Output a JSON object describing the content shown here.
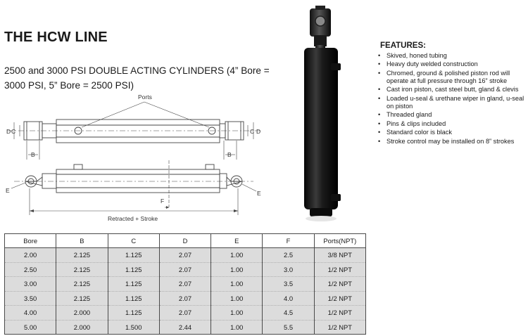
{
  "title": "THE HCW LINE",
  "subtitle": "2500 and 3000 PSI DOUBLE ACTING CYLINDERS (4” Bore = 3000 PSI, 5” Bore = 2500 PSI)",
  "features": {
    "heading": "FEATURES:",
    "bullet": "•",
    "items": [
      "Skived, honed tubing",
      "Heavy duty welded construction",
      "Chromed, ground & polished piston rod will operate at full pressure through 16” stroke",
      "Cast iron piston, cast steel butt, gland & clevis",
      "Loaded u-seal & urethane wiper in gland, u-seal on piston",
      "Threaded gland",
      "Pins & clips included",
      "Standard color is black",
      "Stroke control may be installed on 8” strokes"
    ]
  },
  "diagram": {
    "ports": "Ports",
    "d_left": "D",
    "c_left": "C",
    "c_right": "C",
    "d_right": "D",
    "b_left": "B",
    "b_right": "B",
    "e_left": "E",
    "e_right": "E",
    "f": "F",
    "retracted": "Retracted + Stroke"
  },
  "table": {
    "headers": [
      "Bore",
      "B",
      "C",
      "D",
      "E",
      "F",
      "Ports(NPT)"
    ],
    "rows": [
      [
        "2.00",
        "2.125",
        "1.125",
        "2.07",
        "1.00",
        "2.5",
        "3/8 NPT"
      ],
      [
        "2.50",
        "2.125",
        "1.125",
        "2.07",
        "1.00",
        "3.0",
        "1/2 NPT"
      ],
      [
        "3.00",
        "2.125",
        "1.125",
        "2.07",
        "1.00",
        "3.5",
        "1/2 NPT"
      ],
      [
        "3.50",
        "2.125",
        "1.125",
        "2.07",
        "1.00",
        "4.0",
        "1/2 NPT"
      ],
      [
        "4.00",
        "2.000",
        "1.125",
        "2.07",
        "1.00",
        "4.5",
        "1/2 NPT"
      ],
      [
        "5.00",
        "2.000",
        "1.500",
        "2.44",
        "1.00",
        "5.5",
        "1/2 NPT"
      ]
    ]
  }
}
